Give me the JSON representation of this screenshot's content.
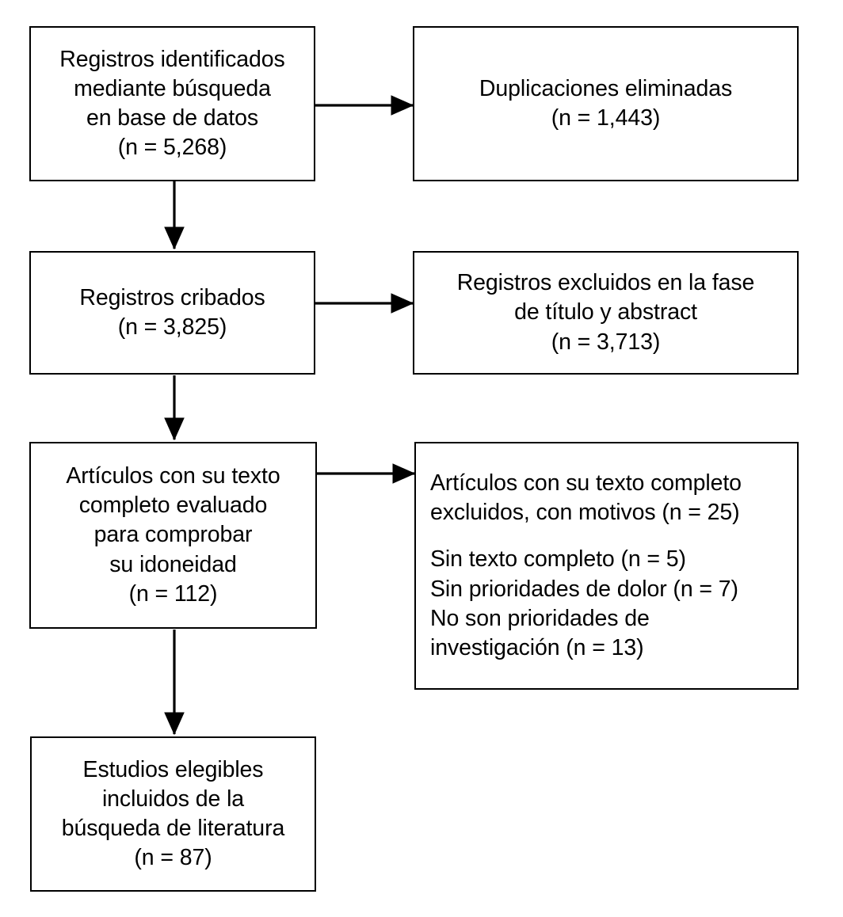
{
  "diagram": {
    "type": "prisma-flow-diagram",
    "language": "es",
    "background_color": "#ffffff",
    "line_color": "#000000",
    "text_color": "#000000",
    "boxes": [
      {
        "id": "identified",
        "name": "records-identified-box",
        "align": "center",
        "lines": [
          "Registros identificados",
          "mediante búsqueda",
          "en base de datos",
          "(n = 5,268)"
        ]
      },
      {
        "id": "duplicates",
        "name": "duplicates-removed-box",
        "align": "center",
        "lines": [
          "Duplicaciones eliminadas",
          "(n = 1,443)"
        ]
      },
      {
        "id": "screened",
        "name": "records-screened-box",
        "align": "center",
        "lines": [
          "Registros cribados",
          "(n = 3,825)"
        ]
      },
      {
        "id": "excluded-title-abstract",
        "name": "records-excluded-title-abstract-box",
        "align": "center",
        "lines": [
          "Registros excluidos en la fase",
          "de título y abstract",
          "(n = 3,713)"
        ]
      },
      {
        "id": "fulltext-assessed",
        "name": "fulltext-assessed-box",
        "align": "center",
        "lines": [
          "Artículos con su texto",
          "completo evaluado",
          "para comprobar",
          "su idoneidad",
          "(n = 112)"
        ]
      },
      {
        "id": "fulltext-excluded",
        "name": "fulltext-excluded-reasons-box",
        "align": "left",
        "lines": [
          "Artículos con su texto completo",
          "excluidos, con motivos (n = 25)",
          "",
          "Sin texto completo (n = 5)",
          "Sin prioridades de dolor (n = 7)",
          "No son prioridades de",
          "investigación (n = 13)"
        ]
      },
      {
        "id": "included",
        "name": "studies-included-box",
        "align": "center",
        "lines": [
          "Estudios elegibles",
          "incluidos de la",
          "búsqueda de literatura",
          "(n = 87)"
        ]
      }
    ],
    "counts": {
      "identified": 5268,
      "duplicates_removed": 1443,
      "screened": 3825,
      "excluded_title_abstract": 3713,
      "fulltext_assessed": 112,
      "fulltext_excluded_total": 25,
      "no_full_text": 5,
      "no_pain_priorities": 7,
      "not_research_priorities": 13,
      "included": 87
    },
    "arrows": [
      {
        "name": "arrow-identified-to-duplicates",
        "direction": "right"
      },
      {
        "name": "arrow-identified-to-screened",
        "direction": "down"
      },
      {
        "name": "arrow-screened-to-excluded",
        "direction": "right"
      },
      {
        "name": "arrow-screened-to-fulltext",
        "direction": "down"
      },
      {
        "name": "arrow-fulltext-to-excluded-reasons",
        "direction": "right"
      },
      {
        "name": "arrow-fulltext-to-included",
        "direction": "down"
      }
    ]
  }
}
